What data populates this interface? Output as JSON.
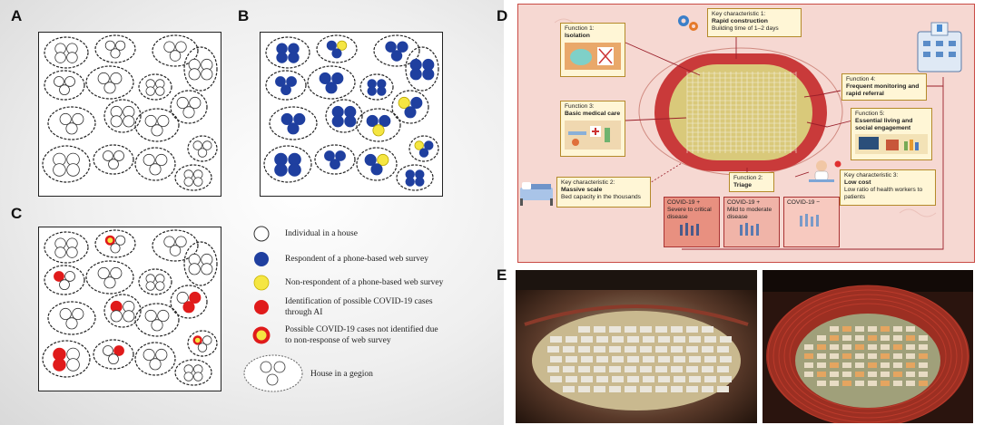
{
  "panels": {
    "A": "A",
    "B": "B",
    "C": "C",
    "D": "D",
    "E": "E"
  },
  "legend": {
    "individual": "Individual in a house",
    "respondent": "Respondent of a phone-based web survey",
    "nonrespondent": "Non-respondent of a phone-based web survey",
    "ai_cases": "Identification of possible COVID-19 cases through AI",
    "missed_cases": "Possible COVID-19 cases not identified due to non-response of web survey",
    "house": "House in a gegion"
  },
  "colors": {
    "respondent": "#1f3f9f",
    "nonrespondent": "#f5e642",
    "ai_case": "#e01b1b",
    "panel_d_bg": "#f6d8d2",
    "track": "#c93a3a"
  },
  "diagram_d": {
    "kc1": {
      "title": "Key characteristic 1:",
      "bold": "Rapid construction",
      "sub": "Building time of 1–2 days"
    },
    "f1": {
      "title": "Function 1:",
      "bold": "Isolation"
    },
    "f3": {
      "title": "Function 3:",
      "bold": "Basic medical care"
    },
    "f4": {
      "title": "Function 4:",
      "bold": "Frequent monitoring and rapid referral"
    },
    "f5": {
      "title": "Function 5:",
      "bold": "Essential living and social engagement"
    },
    "kc2": {
      "title": "Key characteristic 2:",
      "bold": "Massive scale",
      "sub": "Bed capacity in the thousands"
    },
    "f2": {
      "title": "Function 2:",
      "bold": "Triage"
    },
    "kc3": {
      "title": "Key characteristic 3:",
      "bold": "Low cost",
      "sub": "Low ratio of health workers to patients"
    },
    "covid_severe": {
      "label": "COVID-19",
      "sign": "+",
      "desc": "Severe to critical disease"
    },
    "covid_mild": {
      "label": "COVID-19",
      "sign": "+",
      "desc": "Mild to moderate disease"
    },
    "covid_neg": {
      "label": "COVID-19",
      "sign": "−"
    }
  }
}
